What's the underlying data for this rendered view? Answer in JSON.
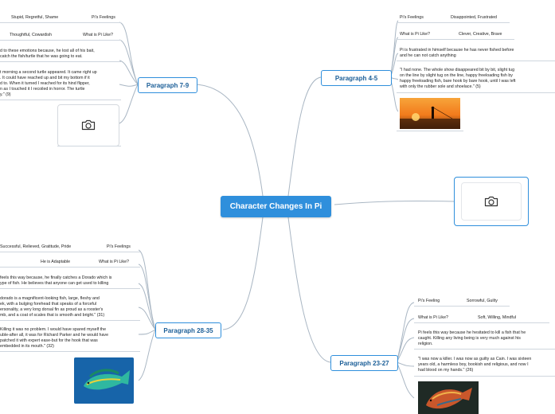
{
  "central": "Character Changes In Pi",
  "colors": {
    "accent": "#2f8fdc",
    "line": "#9aa9b8"
  },
  "p79": {
    "title": "Paragraph 7-9",
    "feelings_value": "Stupid, Regretful, Shame",
    "feelings_label": "Pi's Feelings",
    "like_value": "Thoughtful, Cowardish",
    "like_label": "What is Pi Like?",
    "reason": [
      "d to these emotions because, he lost all of his bait,",
      "catch the fish/turtle that he was going to eat."
    ],
    "quote": [
      "t morning a second turtle appeared. It came right up",
      ". It could have reached up and bit my bottom if it",
      "d to. When it turned I reached for its hind flipper,",
      "n as I touched it I recoiled in horror. The turtle",
      "y.\" (9)"
    ],
    "camera_icon": "camera-icon"
  },
  "p45": {
    "title": "Paragraph 4-5",
    "feelings_label": "Pi's Feelings",
    "feelings_value": "Disappointed, Frustrated",
    "like_label": "What is Pi Like?",
    "like_value": "Clever, Creative, Brave",
    "reason": [
      "Pi is frustrated in himself because he has never fished before",
      "and he can not catch anything"
    ],
    "quote": [
      "\"I had none. The whole show disappeared bit by bit, slight tug",
      "on the line by slight tug on the line, happy freeloading fish by",
      "happy freeloading fish, bare hook by bare hook, until I was left",
      "with only the rubber sole and shoelace.\" (5)"
    ]
  },
  "image_card": {
    "camera_icon": "camera-icon"
  },
  "p2835": {
    "title": "Paragraph 28-35",
    "feelings_value": "Successful, Relieved, Gratitude, Pride",
    "feelings_label": "Pi's Feelings",
    "like_value": "He is Adaptable",
    "like_label": "What is Pi Like?",
    "reason": [
      "feels this way because, he finally catches a Dorado which is",
      "ype of fish. He believes that anyone can get used to killing"
    ],
    "desc": [
      "dorado is a magnificent-looking fish, large, fleshy and",
      "ek, with a bulging forehead that speaks of a forceful",
      "ersonality, a very long dorsal fin as proud as a rooster's",
      "mb, and a coat of scales that is smooth and bright.\" (31)"
    ],
    "quote": [
      "Killing it was no problem. I would have spared myself the",
      "uble-after all, it was for Richard Parker and he would have",
      "patched it with expert ease-but for the hook that was",
      "embedded in its mouth.\" (32)"
    ]
  },
  "p2327": {
    "title": "Paragraph 23-27",
    "feelings_label": "Pi's Feeling",
    "feelings_value": "Sorrowful, Guilty",
    "like_label": "What is Pi Like?",
    "like_value": "Soft, Willing, Mindful",
    "reason": [
      "Pi feels this way because he hesitated to kill a fish that he",
      "caught. Killing any living being is very much against his",
      "religion."
    ],
    "quote": [
      "\"I was now a killer. I was now as guilty as Cain. I was sixteen",
      "years old, a harmless boy, bookish and religious, and now I",
      "had blood on my hands.\" (26)"
    ]
  }
}
